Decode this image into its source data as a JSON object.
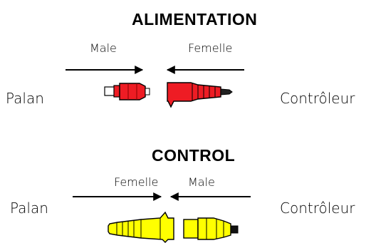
{
  "sections": [
    {
      "title": "ALIMENTATION",
      "left_connector": "Male",
      "right_connector": "Femelle",
      "left_device": "Palan",
      "right_device": "Contrôleur",
      "plug_color": "#ee1c24"
    },
    {
      "title": "CONTROL",
      "left_connector": "Femelle",
      "right_connector": "Male",
      "left_device": "Palan",
      "right_device": "Contrôleur",
      "plug_color": "#ffff00"
    }
  ],
  "icons": [
    "arrow-right-icon",
    "arrow-left-icon",
    "red-male-plug-icon",
    "red-female-connector-icon",
    "yellow-female-connector-icon",
    "yellow-male-plug-icon"
  ]
}
